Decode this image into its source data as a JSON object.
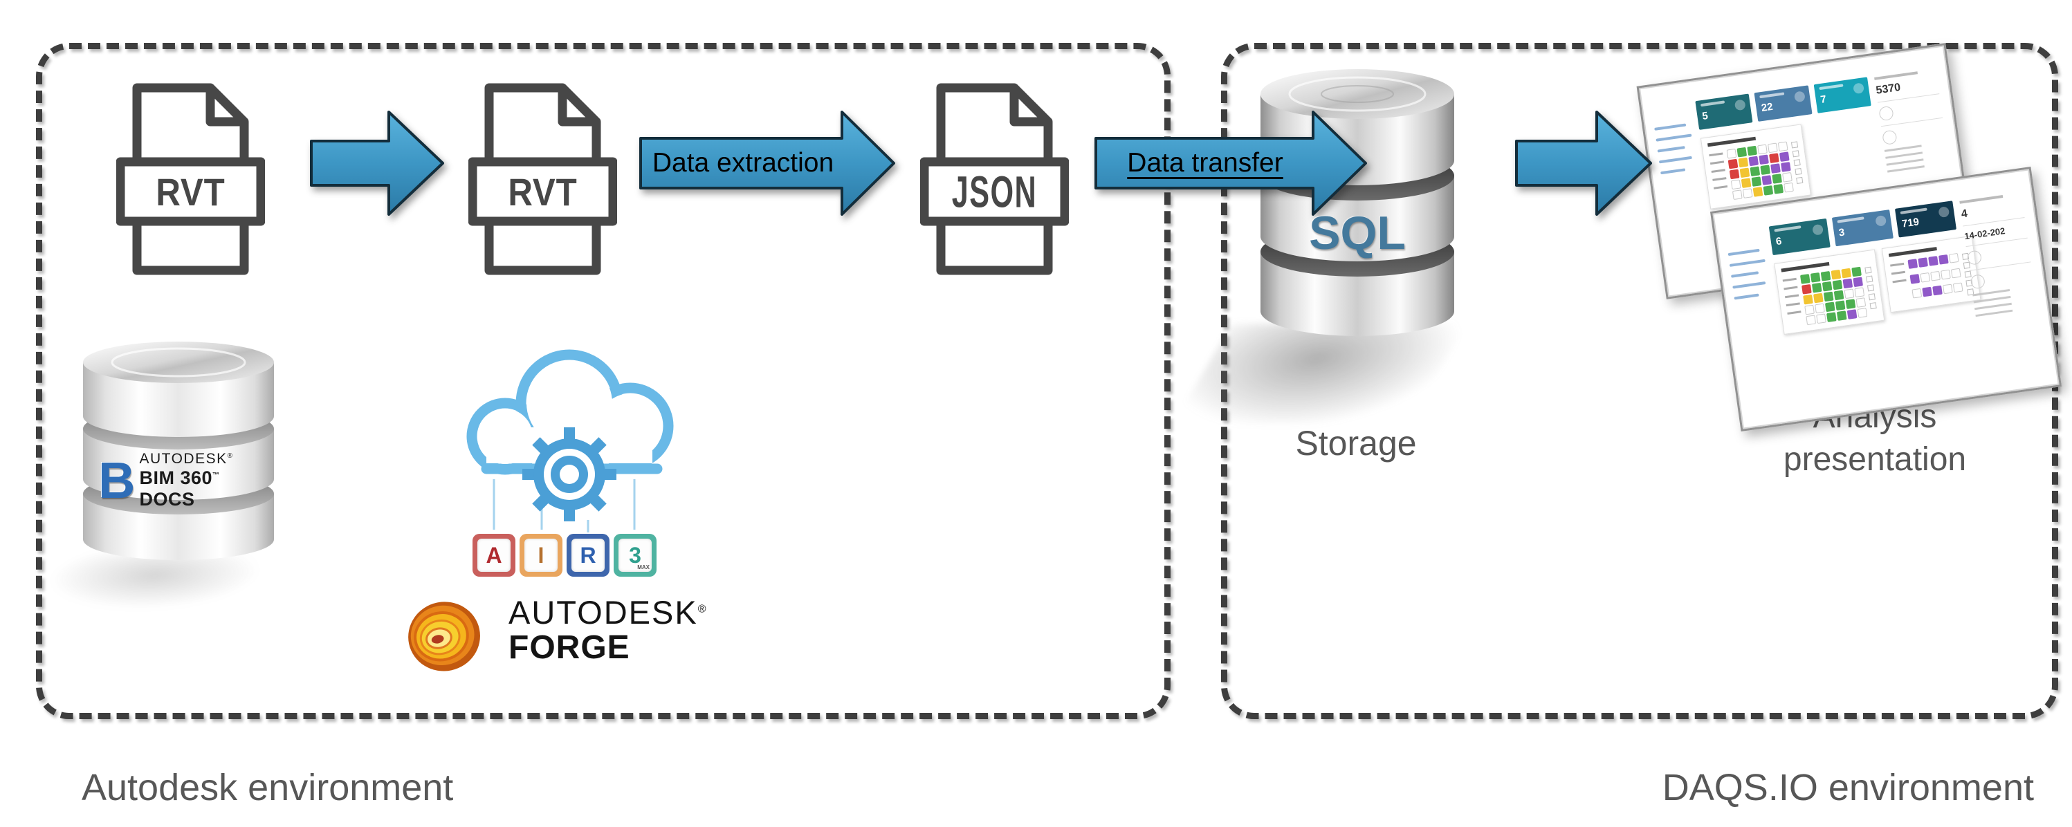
{
  "env": {
    "left_label": "Autodesk environment",
    "right_label": "DAQS.IO environment"
  },
  "flow": {
    "rvt1_label": "RVT",
    "rvt2_label": "RVT",
    "json_label": "JSON",
    "extraction_label": "Data extraction",
    "transfer_label": "Data transfer",
    "sql_label": "SQL",
    "storage_label": "Storage",
    "analysis_line1": "Analysis",
    "analysis_line2": "presentation"
  },
  "bim360": {
    "letter": "B",
    "brand": "AUTODESK",
    "reg": "®",
    "product": "BIM 360",
    "tm": "™",
    "suffix": " DOCS"
  },
  "forge": {
    "brand": "AUTODESK",
    "reg": "®",
    "product": "FORGE"
  },
  "autodesk_apps": [
    {
      "name": "autocad",
      "letter": "A",
      "block_color": "#c95f5c",
      "letter_color": "#b0292e"
    },
    {
      "name": "inventor",
      "letter": "I",
      "block_color": "#e9a55e",
      "letter_color": "#b5712f"
    },
    {
      "name": "revit",
      "letter": "R",
      "block_color": "#3e66ac",
      "letter_color": "#2d5fae"
    },
    {
      "name": "3ds-max",
      "letter": "3",
      "sub": "MAX",
      "block_color": "#4fb3a1",
      "letter_color": "#2fa08e"
    }
  ],
  "colors": {
    "arrow_top": "#55b0da",
    "arrow_bottom": "#2b7fae",
    "arrow_stroke": "#132d3b",
    "dash_border": "#3e3e3e",
    "icon_stroke": "#474747",
    "label_gray": "#575757",
    "sql_text": "#44799c",
    "cloud_blue": "#69b9e7",
    "gear_blue": "#4b9fd6"
  },
  "grid_colors": {
    "G": "#4caf50",
    "R": "#d9403e",
    "Y": "#f2c431",
    "P": "#9059c8",
    "W": "#ffffff"
  },
  "dashboards": [
    {
      "cards": [
        {
          "value": "5",
          "color": "#1f6b75"
        },
        {
          "value": "22",
          "color": "#4a7da7"
        },
        {
          "value": "7",
          "color": "#17a3b8"
        }
      ],
      "stat_value": "5370",
      "sidebar_links": 5,
      "grids": [
        [
          "WGGWWW",
          "RYPPRP",
          "RYGGPP",
          "WYGPGW",
          "WWYGGW"
        ]
      ]
    },
    {
      "cards": [
        {
          "value": "6",
          "color": "#1f6b75"
        },
        {
          "value": "3",
          "color": "#4a7da7"
        },
        {
          "value": "719",
          "color": "#123a50"
        }
      ],
      "stat_value": "4",
      "date": "14-02-202",
      "sidebar_links": 5,
      "grids": [
        [
          "GGGYYG",
          "RGGGPP",
          "YYGGWW",
          "WWGGGW",
          "WWGGPW"
        ],
        [
          "PPPPW",
          "PWWWW",
          "WPPWW"
        ]
      ]
    }
  ]
}
